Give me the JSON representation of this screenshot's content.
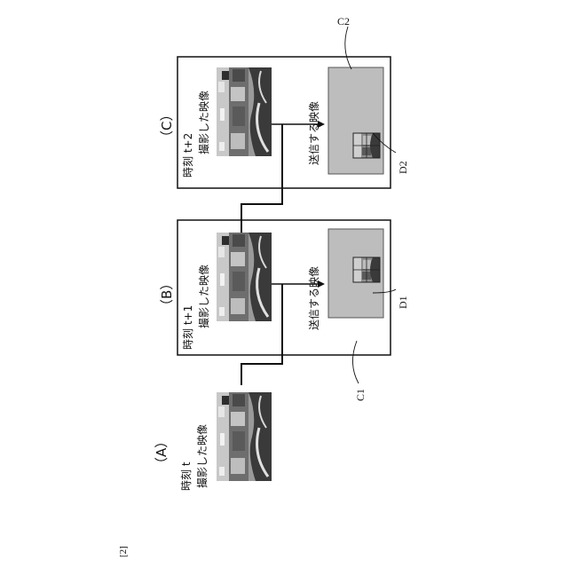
{
  "figure": {
    "label": "[2]",
    "panels": [
      {
        "id": "A",
        "title": "（A）",
        "time": "時刻 t",
        "captured": "撮影した映像"
      },
      {
        "id": "B",
        "title": "（B）",
        "time": "時刻 t+1",
        "captured": "撮影した映像",
        "sent": "送信する映像",
        "frame_ref": "C1",
        "roi_ref": "D1"
      },
      {
        "id": "C",
        "title": "（C）",
        "time": "時刻 t+2",
        "captured": "撮影した映像",
        "sent": "送信する映像",
        "frame_ref": "C2",
        "roi_ref": "D2"
      }
    ]
  },
  "colors": {
    "line": "#111111",
    "photo_dark": "#3c3c3c",
    "photo_mid": "#8c8c8c",
    "photo_light": "#d0d0d0",
    "send_bg": "#b9b9b9"
  }
}
